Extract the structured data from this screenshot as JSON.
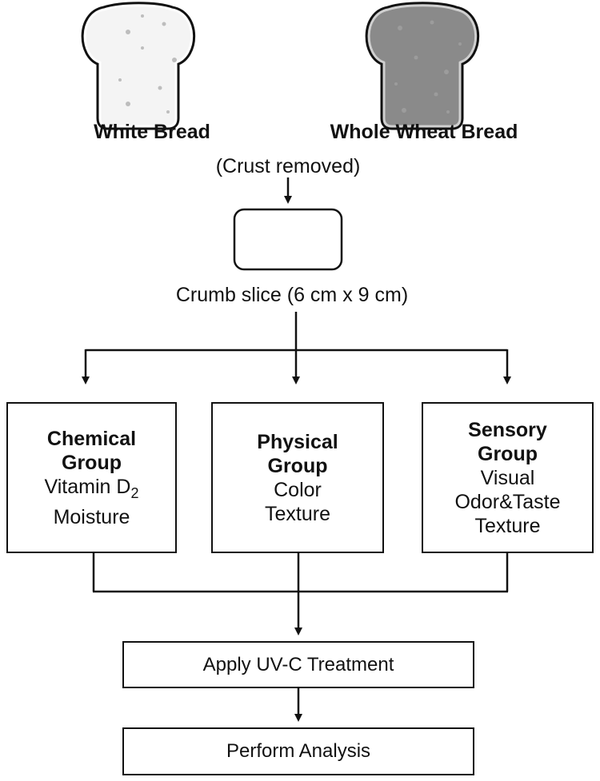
{
  "breads": [
    {
      "label": "White Bread",
      "fill": "#f4f4f4"
    },
    {
      "label": "Whole Wheat Bread",
      "fill": "#8a8a8a"
    }
  ],
  "crust_note": "(Crust removed)",
  "crumb_label": "Crumb slice (6 cm x 9 cm)",
  "groups": {
    "chemical": {
      "title1": "Chemical",
      "title2": "Group",
      "line1": "Vitamin D",
      "line1_sub": "2",
      "line2": "Moisture"
    },
    "physical": {
      "title1": "Physical",
      "title2": "Group",
      "line1": "Color",
      "line2": "Texture"
    },
    "sensory": {
      "title1": "Sensory",
      "title2": "Group",
      "line1": "Visual",
      "line2": "Odor&Taste",
      "line3": "Texture"
    }
  },
  "steps": {
    "treatment": "Apply UV-C Treatment",
    "analysis": "Perform Analysis"
  }
}
